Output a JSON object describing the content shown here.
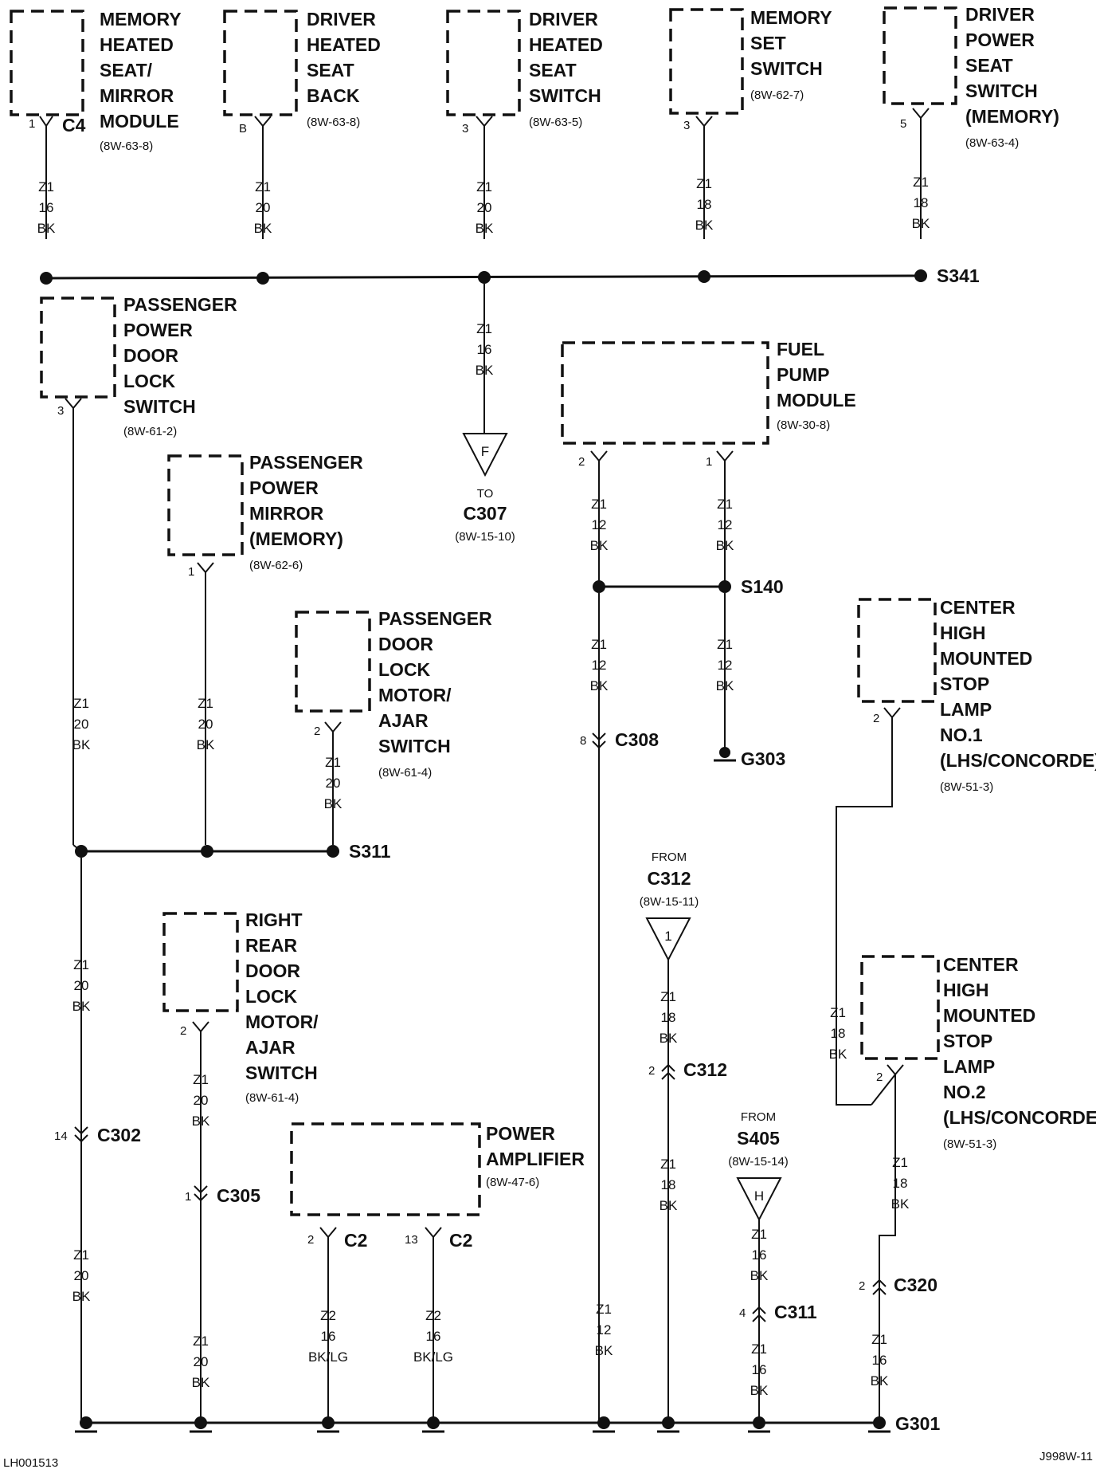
{
  "components": [
    {
      "id": "memory-heated-seat-mirror-module",
      "lines": [
        "MEMORY",
        "HEATED",
        "SEAT/",
        "MIRROR",
        "MODULE"
      ],
      "ref": "(8W-63-8)",
      "pin": "1",
      "connector": "C4"
    },
    {
      "id": "driver-heated-seat-back",
      "lines": [
        "DRIVER",
        "HEATED",
        "SEAT",
        "BACK"
      ],
      "ref": "(8W-63-8)",
      "pin": "B"
    },
    {
      "id": "driver-heated-seat-switch",
      "lines": [
        "DRIVER",
        "HEATED",
        "SEAT",
        "SWITCH"
      ],
      "ref": "(8W-63-5)",
      "pin": "3"
    },
    {
      "id": "memory-set-switch",
      "lines": [
        "MEMORY",
        "SET",
        "SWITCH"
      ],
      "ref": "(8W-62-7)",
      "pin": "3"
    },
    {
      "id": "driver-power-seat-switch-memory",
      "lines": [
        "DRIVER",
        "POWER",
        "SEAT",
        "SWITCH",
        "(MEMORY)"
      ],
      "ref": "(8W-63-4)",
      "pin": "5"
    },
    {
      "id": "passenger-power-door-lock-switch",
      "lines": [
        "PASSENGER",
        "POWER",
        "DOOR",
        "LOCK",
        "SWITCH"
      ],
      "ref": "(8W-61-2)",
      "pin": "3"
    },
    {
      "id": "passenger-power-mirror-memory",
      "lines": [
        "PASSENGER",
        "POWER",
        "MIRROR",
        "(MEMORY)"
      ],
      "ref": "(8W-62-6)",
      "pin": "1"
    },
    {
      "id": "passenger-door-lock-motor-ajar-switch",
      "lines": [
        "PASSENGER",
        "DOOR",
        "LOCK",
        "MOTOR/",
        "AJAR",
        "SWITCH"
      ],
      "ref": "(8W-61-4)",
      "pin": "2"
    },
    {
      "id": "fuel-pump-module",
      "lines": [
        "FUEL",
        "PUMP",
        "MODULE"
      ],
      "ref": "(8W-30-8)",
      "pins": [
        "2",
        "1"
      ]
    },
    {
      "id": "chmsl-no1",
      "lines": [
        "CENTER",
        "HIGH",
        "MOUNTED",
        "STOP",
        "LAMP",
        "NO.1",
        "(LHS/CONCORDE)"
      ],
      "ref": "(8W-51-3)",
      "pin": "2"
    },
    {
      "id": "right-rear-door-lock-motor-ajar-switch",
      "lines": [
        "RIGHT",
        "REAR",
        "DOOR",
        "LOCK",
        "MOTOR/",
        "AJAR",
        "SWITCH"
      ],
      "ref": "(8W-61-4)",
      "pin": "2"
    },
    {
      "id": "power-amplifier",
      "lines": [
        "POWER",
        "AMPLIFIER"
      ],
      "ref": "(8W-47-6)",
      "pins": [
        "2",
        "13"
      ],
      "connector": "C2"
    },
    {
      "id": "chmsl-no2",
      "lines": [
        "CENTER",
        "HIGH",
        "MOUNTED",
        "STOP",
        "LAMP",
        "NO.2",
        "(LHS/CONCORDE)"
      ],
      "ref": "(8W-51-3)",
      "pin": "2"
    }
  ],
  "wires": {
    "z1_16_bk": [
      "Z1",
      "16",
      "BK"
    ],
    "z1_20_bk": [
      "Z1",
      "20",
      "BK"
    ],
    "z1_18_bk": [
      "Z1",
      "18",
      "BK"
    ],
    "z1_12_bk": [
      "Z1",
      "12",
      "BK"
    ],
    "z2_16_bklg": [
      "Z2",
      "16",
      "BK/LG"
    ]
  },
  "splices": {
    "s341": "S341",
    "s140": "S140",
    "s311": "S311"
  },
  "grounds": {
    "g303": "G303",
    "g301": "G301"
  },
  "connectors": {
    "c308": {
      "name": "C308",
      "pin": "8"
    },
    "c302": {
      "name": "C302",
      "pin": "14"
    },
    "c305": {
      "name": "C305",
      "pin": "1"
    },
    "c312": {
      "name": "C312",
      "pin": "2"
    },
    "c311": {
      "name": "C311",
      "pin": "4"
    },
    "c320": {
      "name": "C320",
      "pin": "2"
    }
  },
  "refs": {
    "to_c307": {
      "to": "TO",
      "name": "C307",
      "ref": "(8W-15-10)",
      "letter": "F"
    },
    "from_c312": {
      "from": "FROM",
      "name": "C312",
      "ref": "(8W-15-11)",
      "letter": "1"
    },
    "from_s405": {
      "from": "FROM",
      "name": "S405",
      "ref": "(8W-15-14)",
      "letter": "H"
    }
  },
  "footer": {
    "left": "LH001513",
    "right": "J998W-11"
  }
}
